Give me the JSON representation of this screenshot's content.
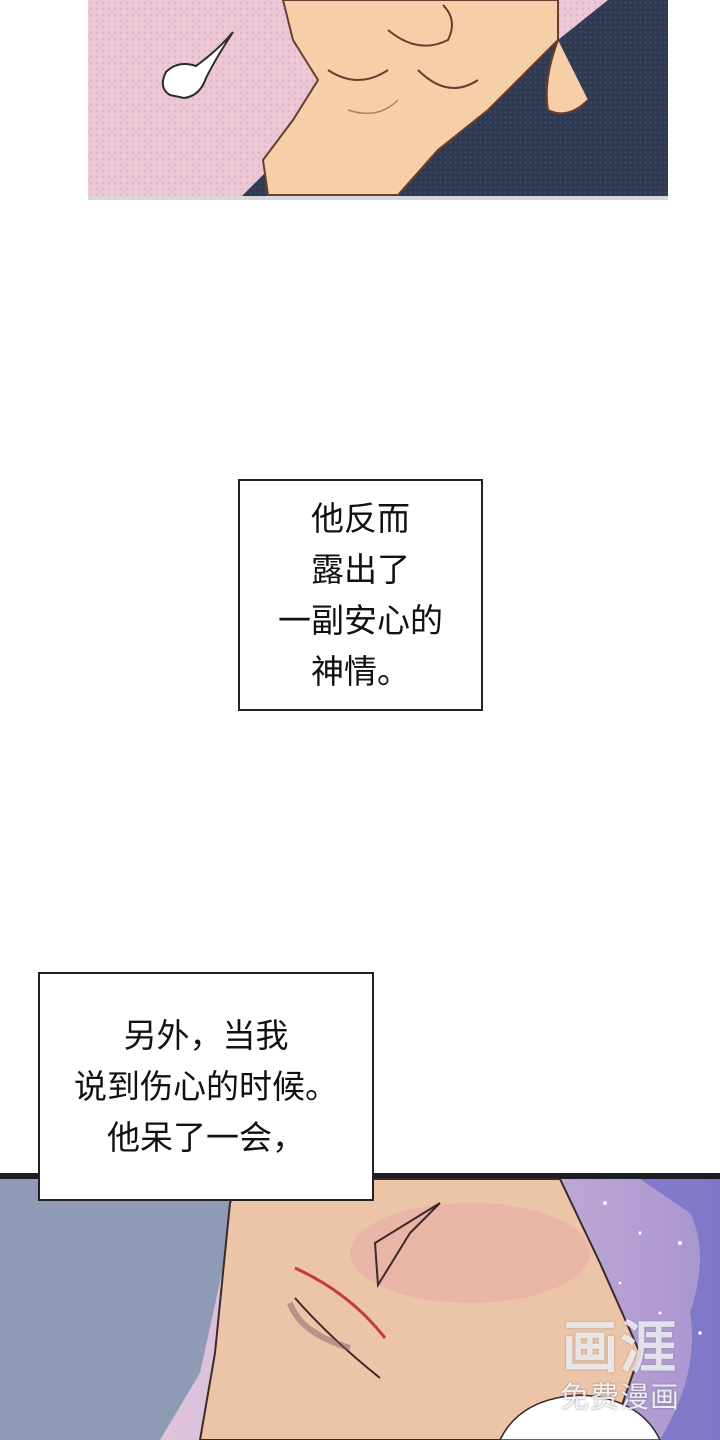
{
  "captions": [
    {
      "lines": [
        "他反而",
        "露出了",
        "一副安心的",
        "神情。"
      ]
    },
    {
      "lines": [
        "另外，当我",
        "说到伤心的时候。",
        "他呆了一会，"
      ]
    }
  ],
  "watermark": {
    "logo": "画涯",
    "subtitle": "免费漫画"
  },
  "colors": {
    "skin": "#f6cfa8",
    "pink_background": "#e8c4d4",
    "navy_clothing": "#2f3a52",
    "shirt_blue": "#8f9bb6",
    "purple_glow": "#b7a6d6"
  }
}
